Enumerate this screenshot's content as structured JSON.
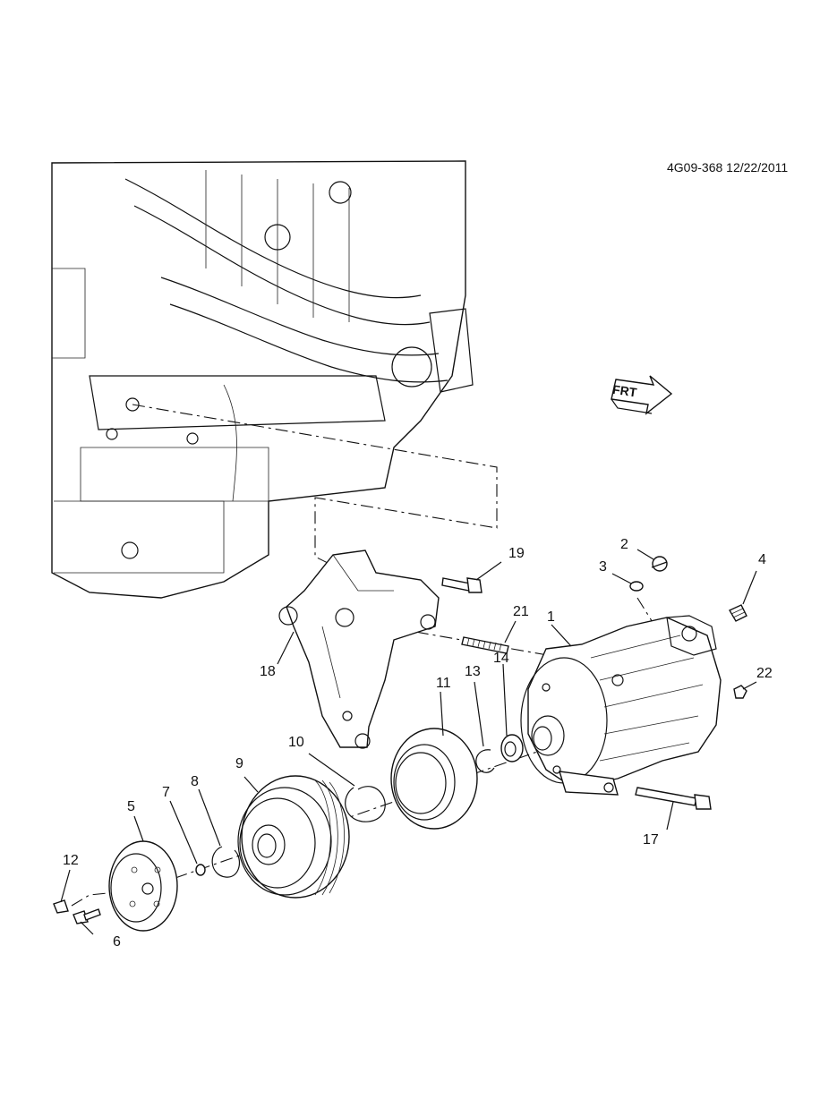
{
  "header": {
    "doc_code": "4G09-368 12/22/2011"
  },
  "direction_arrow": {
    "label": "FRT"
  },
  "callouts": {
    "c1": "1",
    "c2": "2",
    "c3": "3",
    "c4": "4",
    "c5": "5",
    "c6": "6",
    "c7": "7",
    "c8": "8",
    "c9": "9",
    "c10": "10",
    "c11": "11",
    "c12": "12",
    "c13": "13",
    "c14": "14",
    "c17": "17",
    "c18": "18",
    "c19": "19",
    "c21": "21",
    "c22": "22"
  }
}
